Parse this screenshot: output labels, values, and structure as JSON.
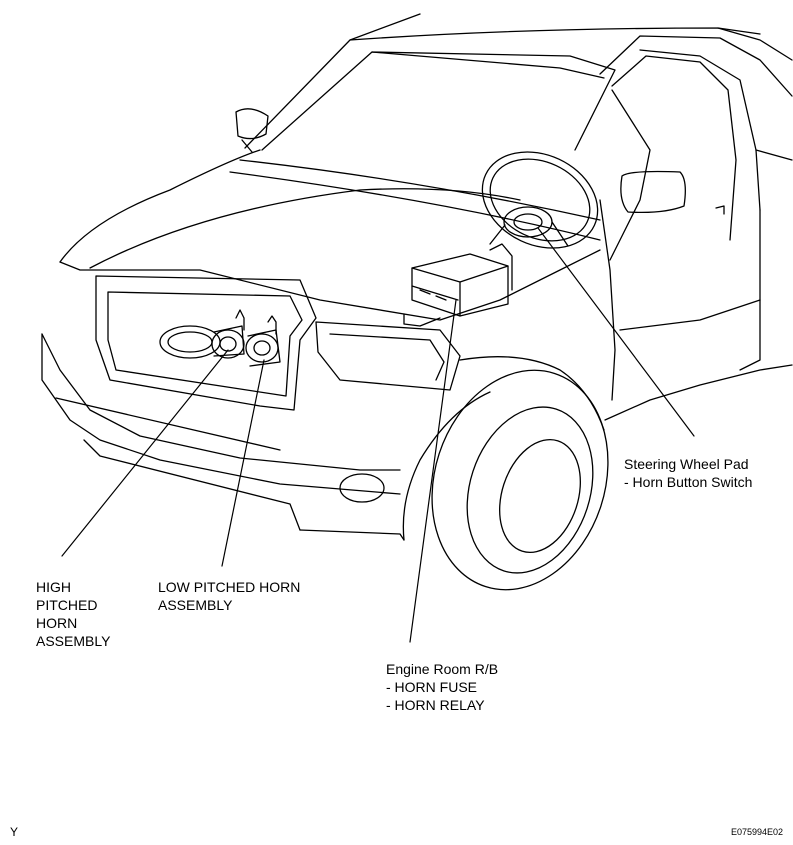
{
  "labels": {
    "steering": {
      "line1": "Steering Wheel Pad",
      "line2": "- Horn Button Switch"
    },
    "high_horn": {
      "line1": "HIGH",
      "line2": "PITCHED",
      "line3": "HORN",
      "line4": "ASSEMBLY"
    },
    "low_horn": {
      "line1": "LOW PITCHED HORN",
      "line2": "ASSEMBLY"
    },
    "engine_rb": {
      "line1": "Engine Room R/B",
      "line2": "- HORN FUSE",
      "line3": "- HORN RELAY"
    }
  },
  "corner_left": "Y",
  "figure_code": "E075994E02"
}
